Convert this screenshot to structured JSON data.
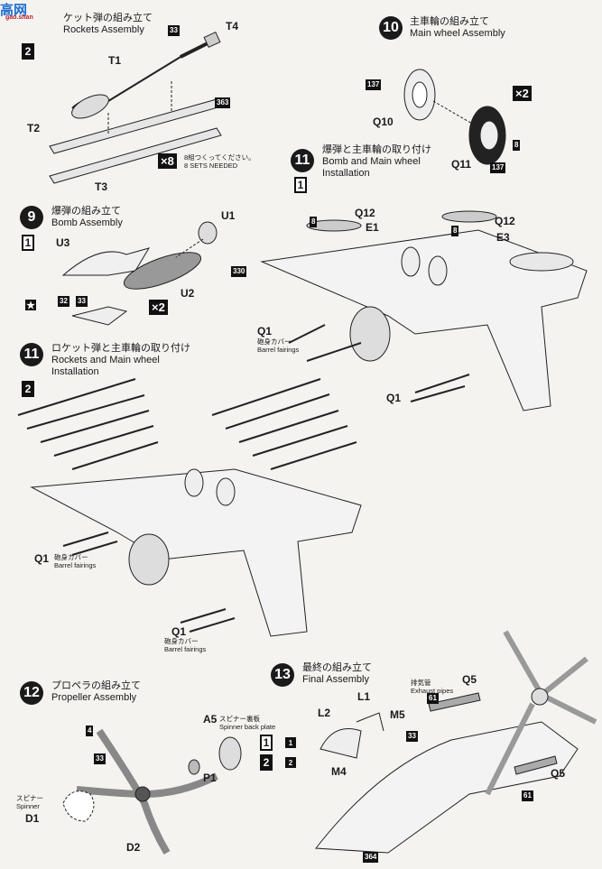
{
  "logo": {
    "glyphs": "高网",
    "url": "gao.shan"
  },
  "steps": {
    "s8": {
      "num": "2",
      "jp": "ケット弾の組み立て",
      "en": "Rockets Assembly",
      "multiplier": "×8",
      "note_jp": "8組つくってください。",
      "note_en": "8 SETS NEEDED"
    },
    "s9": {
      "num": "9",
      "jp": "爆弾の組み立て",
      "en": "Bomb Assembly",
      "multiplier": "×2"
    },
    "s10": {
      "num": "10",
      "jp": "主車輪の組み立て",
      "en": "Main wheel Assembly",
      "multiplier": "×2"
    },
    "s11a": {
      "num": "11",
      "jp": "爆弾と主車輪の取り付け",
      "en1": "Bomb and Main wheel",
      "en2": "Installation"
    },
    "s11b": {
      "num": "11",
      "jp": "ロケット弾と主車輪の取り付け",
      "en1": "Rockets and Main wheel",
      "en2": "Installation"
    },
    "s12": {
      "num": "12",
      "jp": "プロペラの組み立て",
      "en": "Propeller Assembly"
    },
    "s13": {
      "num": "13",
      "jp": "最終の組み立て",
      "en": "Final Assembly"
    }
  },
  "versions": {
    "v1": "1",
    "v2": "2"
  },
  "parts": {
    "T1": "T1",
    "T2": "T2",
    "T3": "T3",
    "T4": "T4",
    "U1": "U1",
    "U2": "U2",
    "U3": "U3",
    "Q10": "Q10",
    "Q11": "Q11",
    "Q12a": "Q12",
    "Q12b": "Q12",
    "E1": "E1",
    "E3": "E3",
    "Q1a": "Q1",
    "Q1b": "Q1",
    "Q1c": "Q1",
    "Q1d": "Q1",
    "A5": "A5",
    "P1": "P1",
    "D1": "D1",
    "D2": "D2",
    "L1": "L1",
    "L2": "L2",
    "M4": "M4",
    "M5": "M5",
    "Q5a": "Q5",
    "Q5b": "Q5"
  },
  "tags": {
    "t33a": "33",
    "t363": "363",
    "t330": "330",
    "t137a": "137",
    "t137b": "137",
    "t8a": "8",
    "t8b": "8",
    "t8c": "8",
    "t32": "32",
    "t33b": "33",
    "t4": "4",
    "t33c": "33",
    "t33d": "33",
    "t61a": "61",
    "t61b": "61",
    "t364": "364",
    "t1": "1",
    "t2": "2"
  },
  "labels": {
    "barrel_jp": "砲身カバー",
    "barrel_en": "Barrel fairings",
    "spinner_back_jp": "スピナー裏板",
    "spinner_back_en": "Spinner back plate",
    "spinner_jp": "スピナー",
    "spinner_en": "Spinner",
    "exhaust_jp": "排気管",
    "exhaust_en": "Exhaust pipes"
  }
}
